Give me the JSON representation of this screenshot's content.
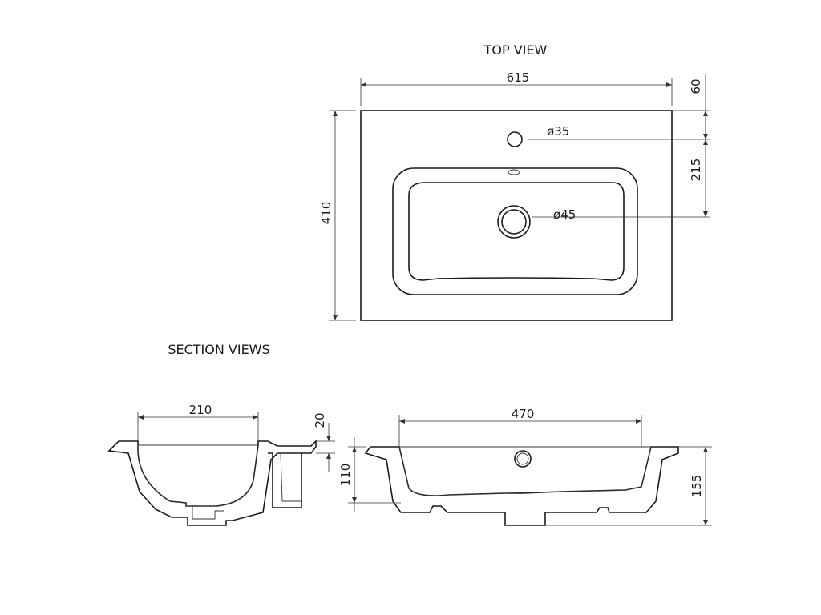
{
  "titles": {
    "top_view": "TOP VIEW",
    "section_views": "SECTION VIEWS"
  },
  "top_view": {
    "width": "615",
    "depth": "410",
    "rim_offset": "60",
    "tap_offset": "215",
    "tap_hole": "35",
    "drain_hole": "45"
  },
  "section_left": {
    "width": "210",
    "rim": "20",
    "height": "110"
  },
  "section_right": {
    "width": "470",
    "height": "155"
  },
  "diameter_symbol": "ø"
}
